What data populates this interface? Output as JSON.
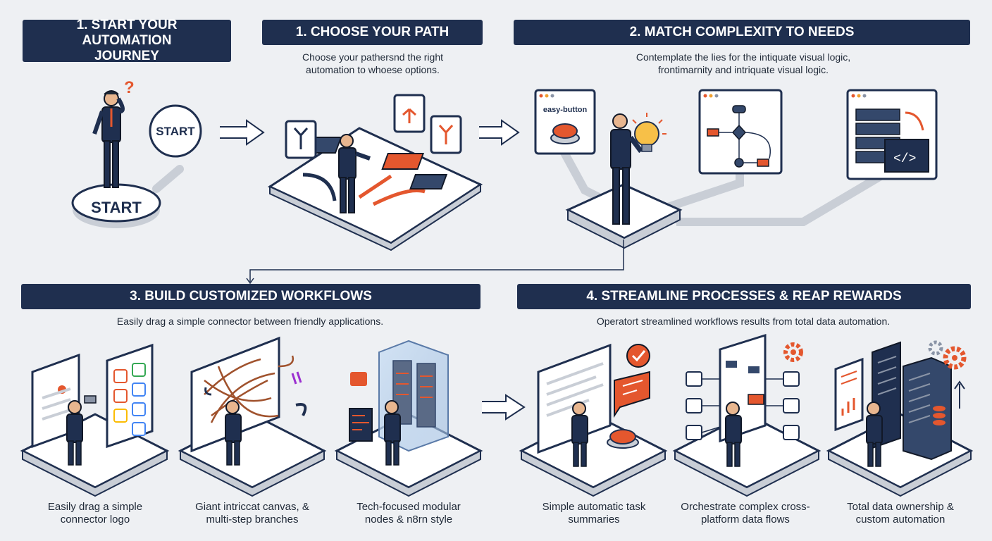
{
  "headers": {
    "h1": "1. START YOUR AUTOMATION JOURNEY",
    "h2": "1. CHOOSE YOUR PATH",
    "h3": "2. MATCH COMPLEXITY TO NEEDS",
    "h4": "3. BUILD CUSTOMIZED WORKFLOWS",
    "h5": "4. STREAMLINE PROCESSES & REAP REWARDS"
  },
  "subtexts": {
    "choose_path": "Choose your pathersnd the right automation to whoese options.",
    "match": "Contemplate the lies for the intiquate visual logic, frontimarnity and intriquate visual logic.",
    "build": "Easily drag a simple connector between friendly applications.",
    "streamline": "Operatort streamlined workflows results from total data automation."
  },
  "labels": {
    "start_bubble": "START",
    "start_platform": "START",
    "easy_button": "easy-button",
    "question_mark": "?"
  },
  "captions": {
    "c1": "Easily drag a simple connector logo",
    "c2": "Giant intriccat canvas, & multi-step branches",
    "c3": "Tech-focused modular nodes & n8rn style",
    "c4": "Simple automatic task summaries",
    "c5": "Orchestrate complex cross-platform data flows",
    "c6": "Total data ownership & custom automation"
  },
  "icons": [
    "question-icon",
    "split-arrow-icon",
    "lightbulb-icon",
    "flowchart-icon",
    "server-icon",
    "code-icon",
    "checkmark-badge-icon",
    "gear-icon",
    "arrow-icon"
  ],
  "colors": {
    "navy": "#1f2f4f",
    "orange": "#e4572e",
    "background": "#eef0f3",
    "platform": "#ffffff",
    "grey-path": "#c9ced6"
  }
}
